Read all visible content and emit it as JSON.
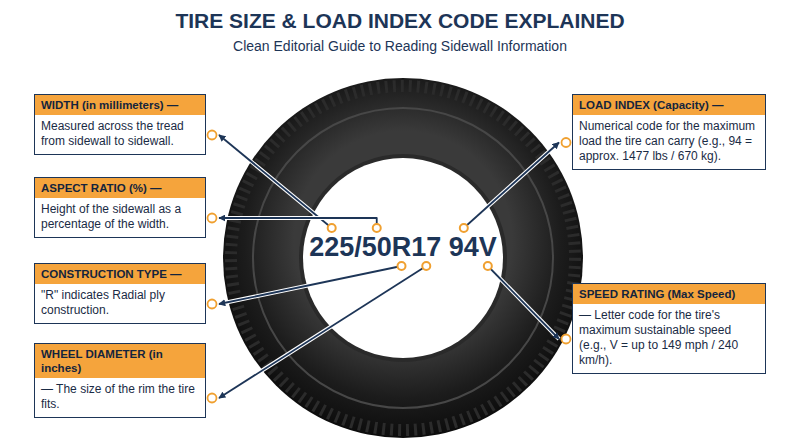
{
  "diagram": {
    "title": "TIRE SIZE & LOAD INDEX CODE EXPLAINED",
    "nodes": [
      {
        "text": [
          "WIDTH (in millimeters) —",
          "Measured across the tread from sidewall to sidewall."
        ]
      },
      {
        "text": [
          "ASPECT RATIO (%) —",
          "Height of the sidewall as a percentage of the width."
        ]
      },
      {
        "text": [
          "CONSTRUCTION TYPE —",
          "\"R\" indicates Radial ply construction."
        ]
      },
      {
        "text": [
          "WHEEL DIAMETER (in inches)",
          "— The size of the rim the tire fits."
        ]
      },
      {
        "text": [
          "LOAD INDEX (Capacity) —",
          "Numerical code for the maximum load the tire can carry (e.g., 94 = approx. 1477 lbs / 670 kg)."
        ]
      },
      {
        "text": [
          "SPEED RATING (Max Speed)",
          "— Letter code for the tire's maximum sustainable speed (e.g., V = up to 149 mph / 240 km/h)."
        ]
      }
    ],
    "labels": [
      "Clean Editorial Guide to Reading Sidewall Information",
      "225/50R17 94V"
    ]
  }
}
